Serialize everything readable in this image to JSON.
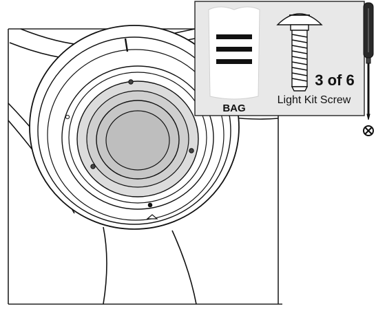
{
  "callout": {
    "bag_label": "BAG",
    "screw_name": "Light Kit Screw",
    "count_label": "3 of 6"
  },
  "icons": {
    "bag": "bag-icon",
    "screw": "screw-icon",
    "screwdriver": "screwdriver-icon",
    "phillips": "phillips-head-icon"
  },
  "colors": {
    "callout_bg": "#e8e8e8",
    "glass_fill": "#cfcfcf",
    "line": "#111111"
  }
}
